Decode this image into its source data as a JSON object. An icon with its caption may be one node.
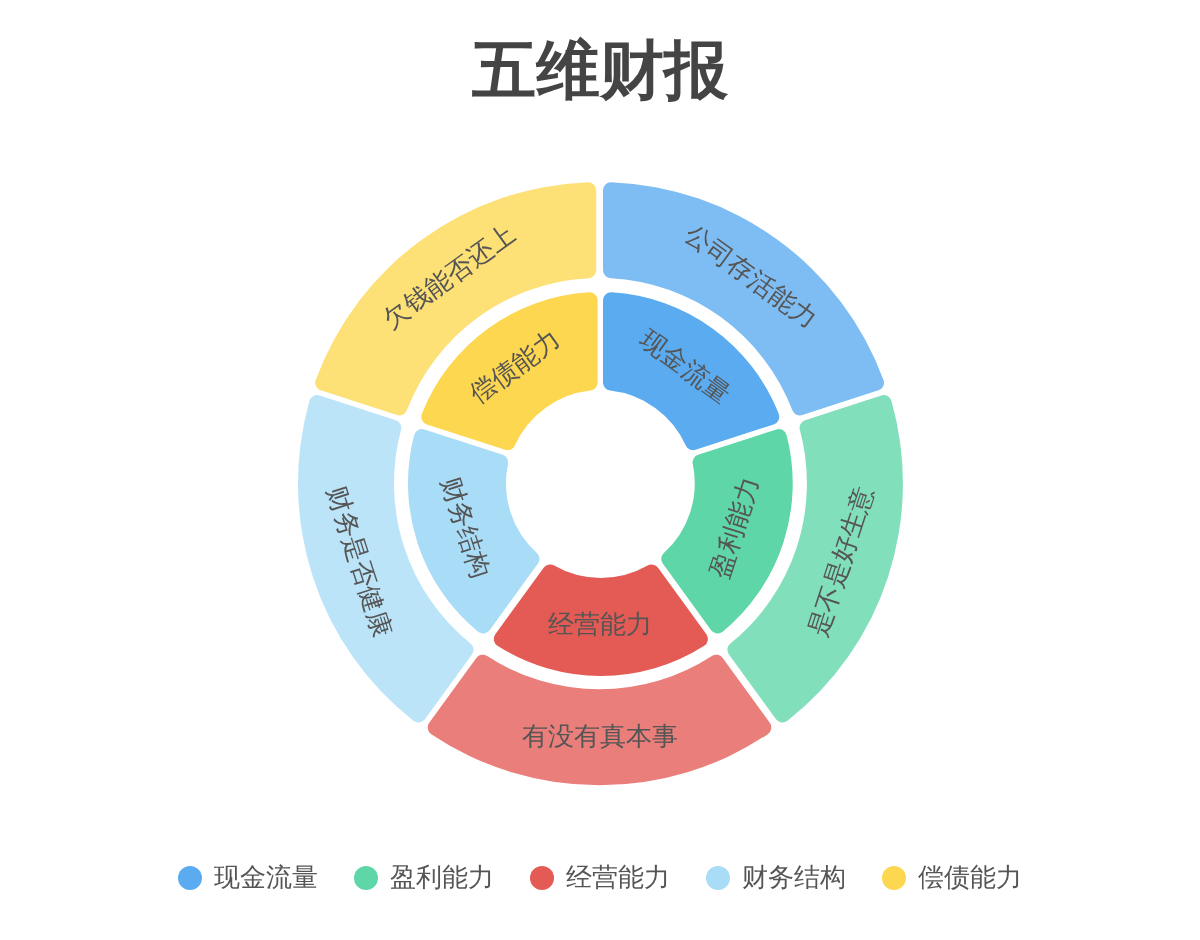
{
  "diagram": {
    "title": "五维财报",
    "nodes": [
      {
        "text": [
          "现金流量"
        ]
      },
      {
        "text": [
          "盈利能力"
        ]
      },
      {
        "text": [
          "经营能力"
        ]
      },
      {
        "text": [
          "财务结构"
        ]
      },
      {
        "text": [
          "偿债能力"
        ]
      },
      {
        "text": [
          "公司存活能力"
        ]
      },
      {
        "text": [
          "是不是好生意"
        ]
      },
      {
        "text": [
          "有没有真本事"
        ]
      },
      {
        "text": [
          "财务是否健康"
        ]
      },
      {
        "text": [
          "欠钱能否还上"
        ]
      }
    ],
    "legend": [
      {
        "text": "现金流量",
        "color": "#5aabf0"
      },
      {
        "text": "盈利能力",
        "color": "#5fd6a8"
      },
      {
        "text": "经营能力",
        "color": "#e45a54"
      },
      {
        "text": "财务结构",
        "color": "#a8dcf7"
      },
      {
        "text": "偿债能力",
        "color": "#fdd74f"
      }
    ]
  }
}
